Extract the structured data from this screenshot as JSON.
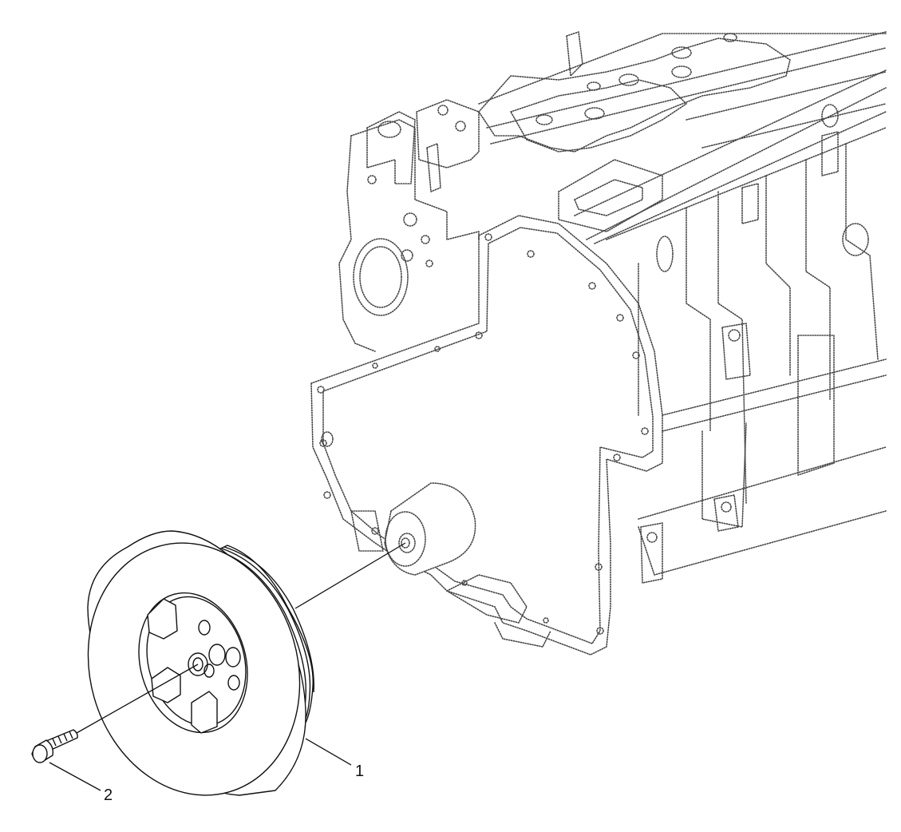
{
  "diagram": {
    "callouts": [
      {
        "id": "part-1",
        "label": "1"
      },
      {
        "id": "part-2",
        "label": "2"
      }
    ]
  }
}
